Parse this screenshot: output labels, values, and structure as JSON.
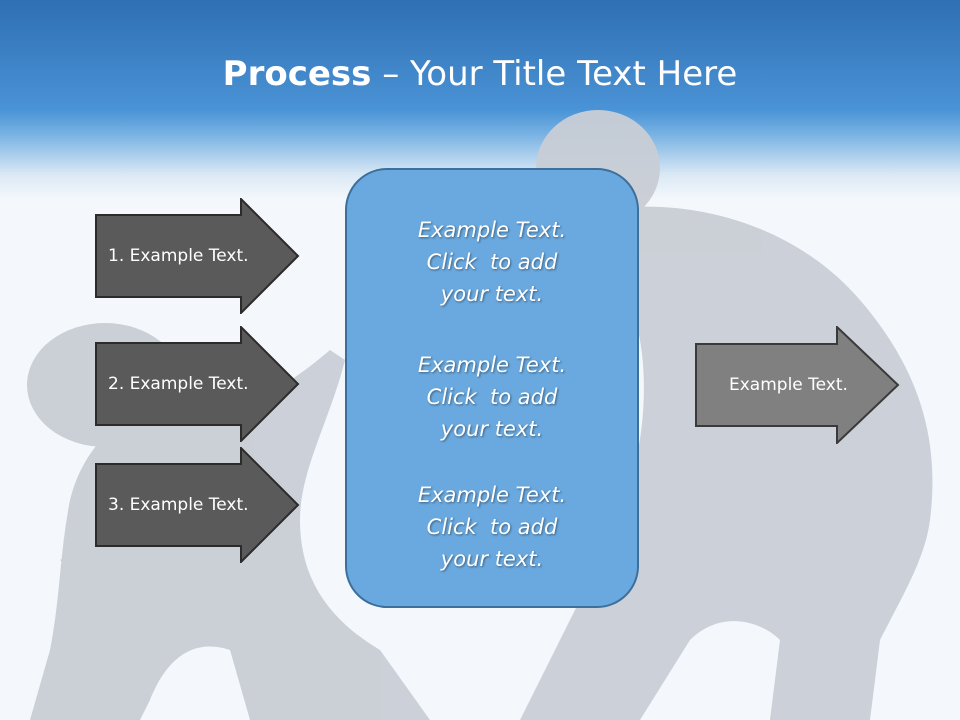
{
  "colors": {
    "header_top": "#2f6fb3",
    "header_mid": "#4a93d6",
    "page_background": "#f4f8fc",
    "dark_arrow": "#5a5a5a",
    "light_arrow": "#808080",
    "center_box_fill": "#6aa9df",
    "center_box_border": "#3d6f9c",
    "silhouette": "#c9ced6"
  },
  "title": {
    "bold": "Process",
    "dash": " – ",
    "rest": "Your Title Text Here"
  },
  "left_arrows": [
    {
      "label": "1. Example Text."
    },
    {
      "label": "2. Example Text."
    },
    {
      "label": "3. Example Text."
    }
  ],
  "center_box": {
    "items": [
      {
        "line1": "Example Text.",
        "line2": "Click  to add",
        "line3": "your text."
      },
      {
        "line1": "Example Text.",
        "line2": "Click  to add",
        "line3": "your text."
      },
      {
        "line1": "Example Text.",
        "line2": "Click  to add",
        "line3": "your text."
      }
    ]
  },
  "right_arrow": {
    "label": "Example Text."
  }
}
